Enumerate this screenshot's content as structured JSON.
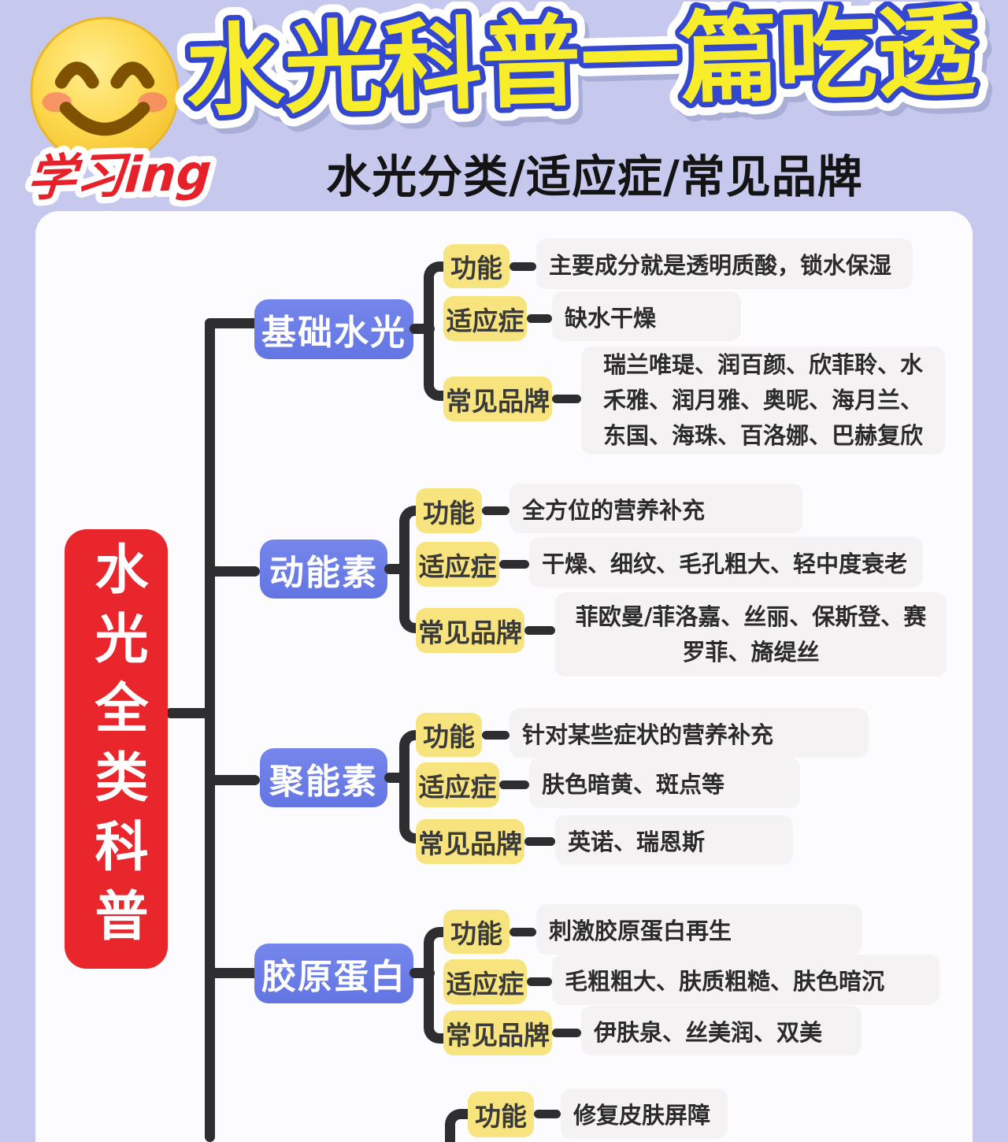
{
  "header": {
    "emoji": "smiling-face-with-smiling-eyes",
    "title": "水光科普一篇吃透",
    "badge": "学习ing",
    "subtitle": "水光分类/适应症/常见品牌"
  },
  "mindmap": {
    "root": "水光全类科普",
    "row_labels": {
      "function": "功能",
      "indication": "适应症",
      "brands": "常见品牌"
    },
    "sections": [
      {
        "name": "基础水光",
        "function": "主要成分就是透明质酸，锁水保湿",
        "indication": "缺水干燥",
        "brands": "瑞兰唯瑅、润百颜、欣菲聆、水禾雅、润月雅、奥昵、海月兰、东国、海珠、百洛娜、巴赫复欣"
      },
      {
        "name": "动能素",
        "function": "全方位的营养补充",
        "indication": "干燥、细纹、毛孔粗大、轻中度衰老",
        "brands": "菲欧曼/菲洛嘉、丝丽、保斯登、赛罗菲、旖缇丝"
      },
      {
        "name": "聚能素",
        "function": "针对某些症状的营养补充",
        "indication": "肤色暗黄、斑点等",
        "brands": "英诺、瑞恩斯"
      },
      {
        "name": "胶原蛋白",
        "function": "刺激胶原蛋白再生",
        "indication": "毛粗粗大、肤质粗糙、肤色暗沉",
        "brands": "伊肤泉、丝美润、双美"
      },
      {
        "function": "修复皮肤屏障"
      }
    ]
  },
  "colors": {
    "background": "#c6c9ed",
    "card": "#fcfbfd",
    "root_red": "#e8262c",
    "branch_blue": "#6b7ce6",
    "label_yellow": "#f8e47e",
    "info_box": "#f5f2f4",
    "connector": "#2e2e30",
    "title_fill": "#f8ed2b",
    "title_stroke": "#3347cf",
    "badge_red": "#e6212a"
  }
}
